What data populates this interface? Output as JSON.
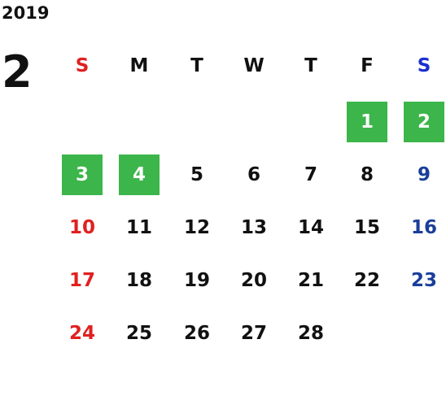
{
  "year": "2019",
  "month": "2",
  "weekdays": [
    "S",
    "M",
    "T",
    "W",
    "T",
    "F",
    "S"
  ],
  "colors": {
    "sunday": "#e02020",
    "saturday": "#1a3f9a",
    "highlight": "#3cb54a"
  },
  "first_weekday_index": 5,
  "days": [
    "1",
    "2",
    "3",
    "4",
    "5",
    "6",
    "7",
    "8",
    "9",
    "10",
    "11",
    "12",
    "13",
    "14",
    "15",
    "16",
    "17",
    "18",
    "19",
    "20",
    "21",
    "22",
    "23",
    "24",
    "25",
    "26",
    "27",
    "28"
  ],
  "highlighted_days": [
    "1",
    "2",
    "3",
    "4"
  ]
}
